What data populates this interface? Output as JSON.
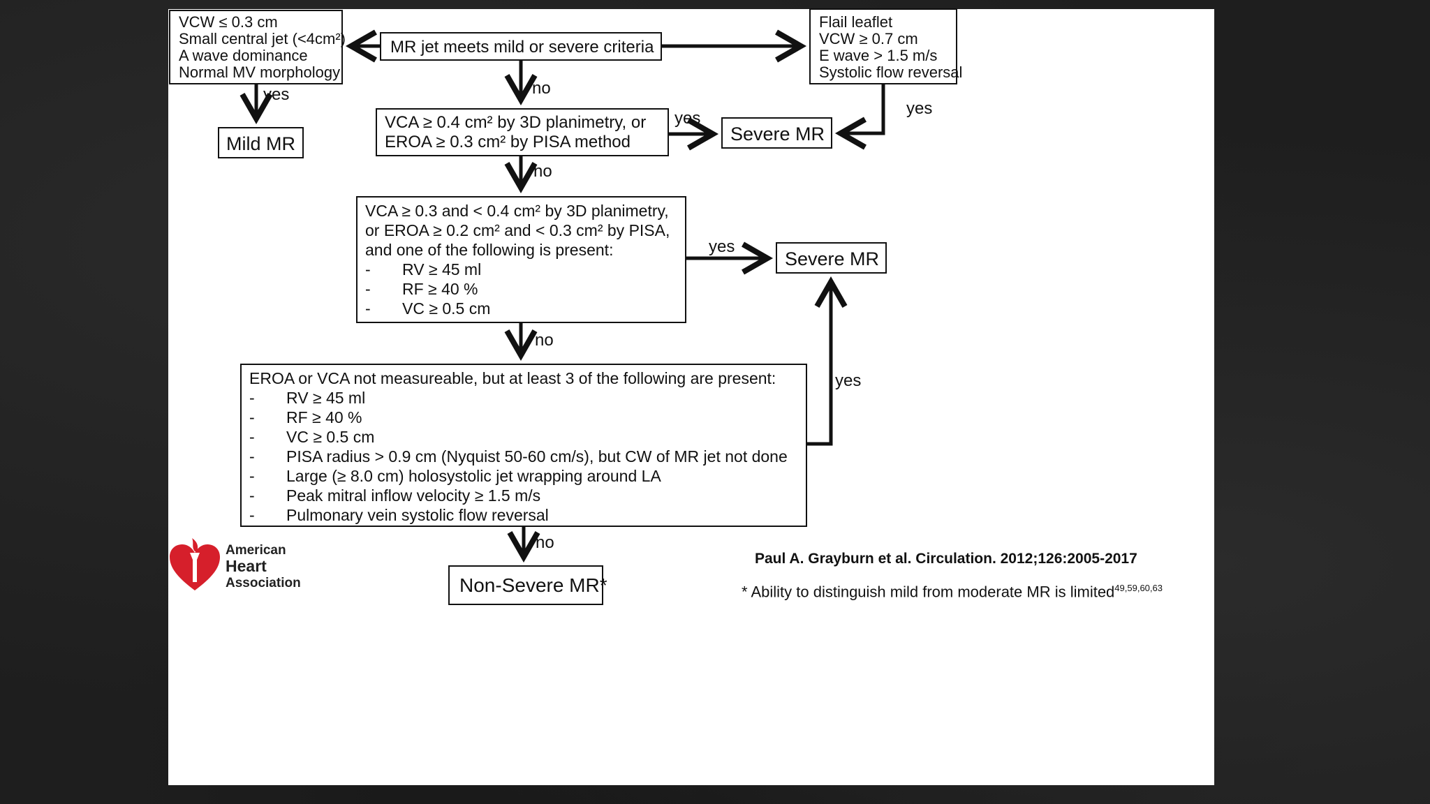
{
  "diagram": {
    "box_mild_criteria": {
      "lines": [
        "VCW ≤ 0.3 cm",
        "Small central jet (<4cm²)",
        "A wave dominance",
        "Normal MV morphology"
      ]
    },
    "box_start": {
      "text": "MR jet meets mild or severe criteria"
    },
    "box_severe_criteria": {
      "lines": [
        "Flail leaflet",
        "VCW ≥ 0.7 cm",
        "E wave > 1.5 m/s",
        "Systolic flow reversal"
      ]
    },
    "box_mild_mr": {
      "text": "Mild MR"
    },
    "box_step2": {
      "lines": [
        "VCA ≥ 0.4 cm² by 3D planimetry, or",
        "EROA ≥ 0.3 cm² by PISA method"
      ]
    },
    "box_severe_mr_1": {
      "text": "Severe MR"
    },
    "box_step3": {
      "lines": [
        "VCA ≥ 0.3 and < 0.4 cm² by 3D planimetry,",
        "or EROA ≥ 0.2 cm² and < 0.3 cm² by PISA,",
        "and one of the following is present:"
      ],
      "items": [
        "RV ≥ 45 ml",
        "RF ≥ 40 %",
        "VC ≥ 0.5 cm"
      ]
    },
    "box_severe_mr_2": {
      "text": "Severe MR"
    },
    "box_step4": {
      "intro": "EROA or VCA not measureable, but at least 3 of the following are present:",
      "items": [
        "RV ≥ 45 ml",
        "RF ≥ 40 %",
        "VC ≥ 0.5 cm",
        "PISA radius > 0.9 cm (Nyquist 50-60 cm/s), but CW of MR jet not done",
        "Large (≥ 8.0 cm) holosystolic jet wrapping around LA",
        "Peak mitral inflow velocity ≥ 1.5 m/s",
        "Pulmonary vein systolic flow reversal"
      ]
    },
    "box_non_severe": {
      "text": "Non-Severe MR*"
    },
    "bullet": "-",
    "labels": {
      "yes": "yes",
      "no": "no"
    }
  },
  "logo": {
    "line1": "American",
    "line2": "Heart",
    "line3": "Association",
    "brand_red": "#d61f2b"
  },
  "citation": "Paul A. Grayburn et al. Circulation. 2012;126:2005-2017",
  "footnote": {
    "text": "* Ability to distinguish mild from moderate MR is limited",
    "refs": "49,59,60,63"
  }
}
